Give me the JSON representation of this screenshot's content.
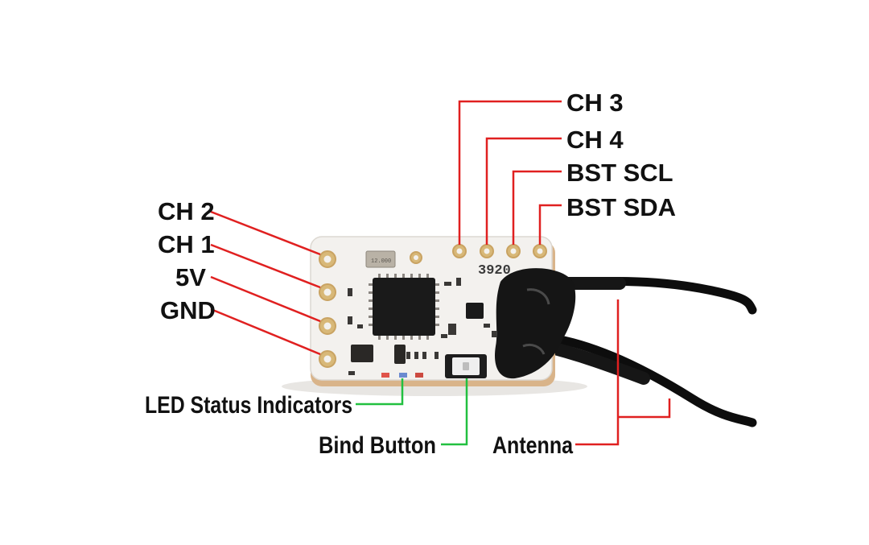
{
  "labels": {
    "ch3": "CH 3",
    "ch4": "CH 4",
    "bst_scl": "BST SCL",
    "bst_sda": "BST SDA",
    "ch2": "CH 2",
    "ch1": "CH 1",
    "v5": "5V",
    "gnd": "GND",
    "led": "LED Status Indicators",
    "bind": "Bind Button",
    "antenna": "Antenna"
  },
  "board_marking": "3920",
  "crystal_marking": "12.000",
  "colors": {
    "pin_leader": "#e02020",
    "status_leader": "#22c040",
    "board": "#f3f1ee",
    "chip": "#1a1a1a",
    "pad": "#d8b878",
    "antenna": "#0d0d0d"
  }
}
